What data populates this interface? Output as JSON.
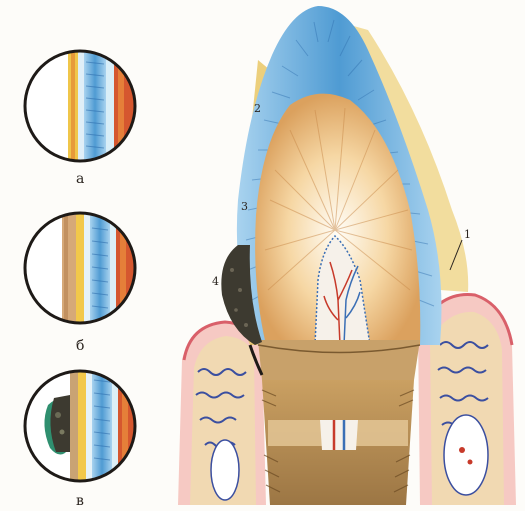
{
  "panels": [
    {
      "id": "a",
      "label": "а"
    },
    {
      "id": "b",
      "label": "б"
    },
    {
      "id": "v",
      "label": "в"
    }
  ],
  "callouts": [
    "1",
    "2",
    "3",
    "4"
  ],
  "colors": {
    "enamel": "#5aa6da",
    "enamel_light": "#cfe7f5",
    "dentin": "#e8b978",
    "dentin_dark": "#c98a4a",
    "cementum_band": "#f2c84a",
    "pulp": "#f3f0ea",
    "vessel_red": "#c73a2a",
    "vessel_blue": "#3b6fb5",
    "gum": "#e78a8a",
    "gum_light": "#f6c9c3",
    "plaque_dark": "#3d3a30",
    "plaque_green": "#2f8f6f",
    "bone": "#f1d9b2"
  }
}
